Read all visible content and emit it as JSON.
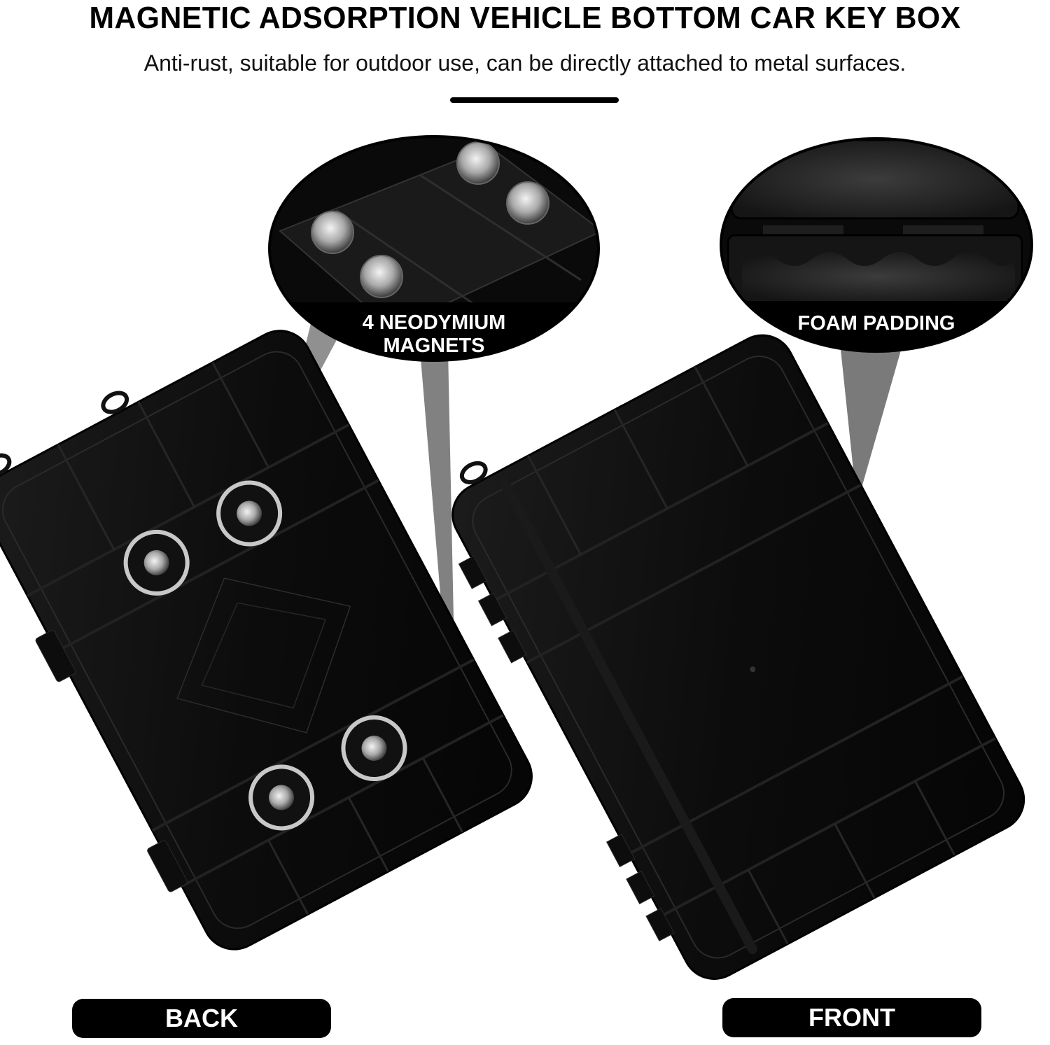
{
  "header": {
    "title": "MAGNETIC ADSORPTION VEHICLE BOTTOM CAR KEY BOX",
    "subtitle": "Anti-rust, suitable for outdoor use, can be directly attached to metal surfaces."
  },
  "callouts": [
    {
      "label_line1": "4 NEODYMIUM",
      "label_line2": "MAGNETS",
      "icon": "magnet-closeup"
    },
    {
      "label_line1": "FOAM PADDING",
      "icon": "foam-closeup"
    }
  ],
  "products": [
    {
      "label": "BACK",
      "view": "back-with-magnets"
    },
    {
      "label": "FRONT",
      "view": "front-lid"
    }
  ],
  "colors": {
    "background": "#ffffff",
    "case_black": "#0b0b0b",
    "pointer_gray": "#7a7a7a",
    "label_bg": "#000000",
    "label_text": "#ffffff"
  }
}
